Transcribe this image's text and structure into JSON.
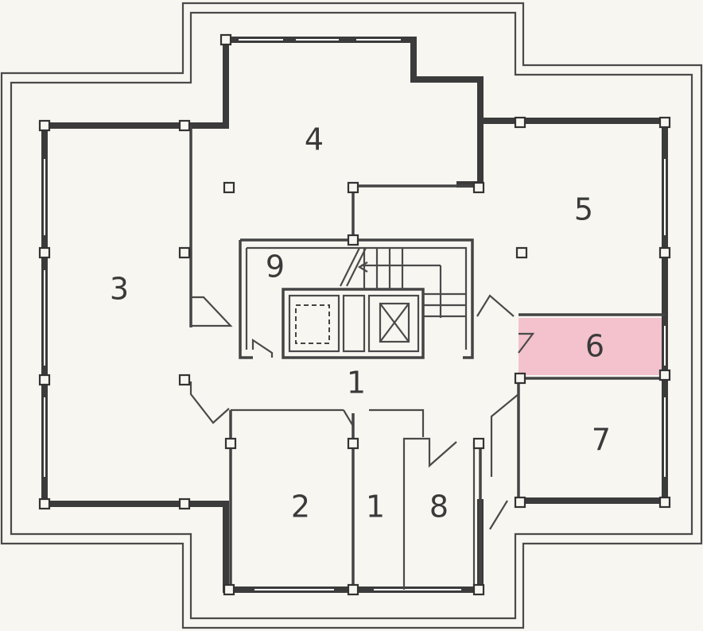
{
  "diagram": {
    "rooms": [
      {
        "id": "room-1-hall",
        "label": "1"
      },
      {
        "id": "room-1-corridor",
        "label": "1"
      },
      {
        "id": "room-2",
        "label": "2"
      },
      {
        "id": "room-3",
        "label": "3"
      },
      {
        "id": "room-4",
        "label": "4"
      },
      {
        "id": "room-5",
        "label": "5"
      },
      {
        "id": "room-6",
        "label": "6"
      },
      {
        "id": "room-7",
        "label": "7"
      },
      {
        "id": "room-8",
        "label": "8"
      },
      {
        "id": "room-9",
        "label": "9"
      }
    ],
    "highlight_color": "#f2b8c6",
    "line_color": "#3b3b3b"
  }
}
